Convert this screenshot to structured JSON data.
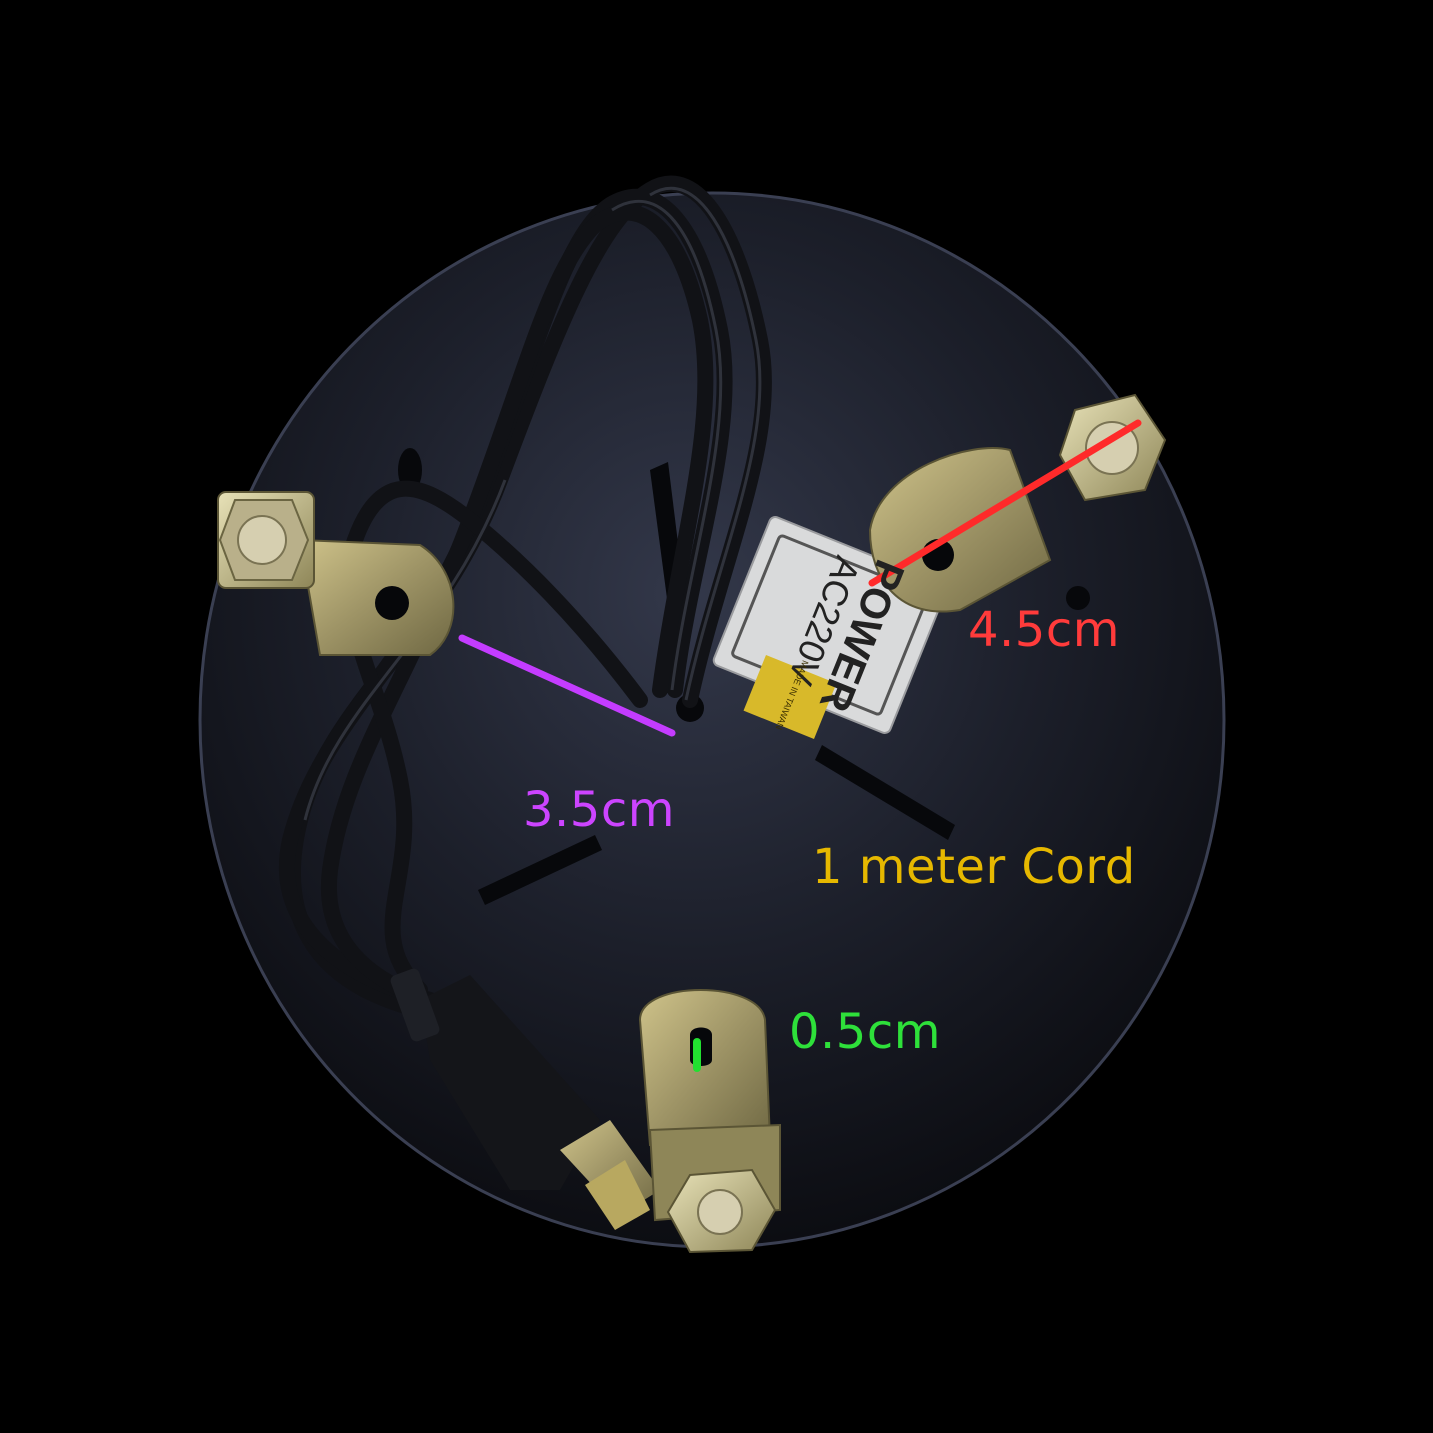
{
  "photo": {
    "sticker_power": "POWER",
    "sticker_voltage": "AC220V",
    "small_label": "MADE IN TAIWAN"
  },
  "annotations": {
    "bracket_length": {
      "text": "4.5cm",
      "color": "#ff3b3b"
    },
    "bracket_spacing": {
      "text": "3.5cm",
      "color": "#cc44ff"
    },
    "cord_length": {
      "text": "1 meter Cord",
      "color": "#e6b800"
    },
    "hole_size": {
      "text": "0.5cm",
      "color": "#2ee03a"
    }
  }
}
